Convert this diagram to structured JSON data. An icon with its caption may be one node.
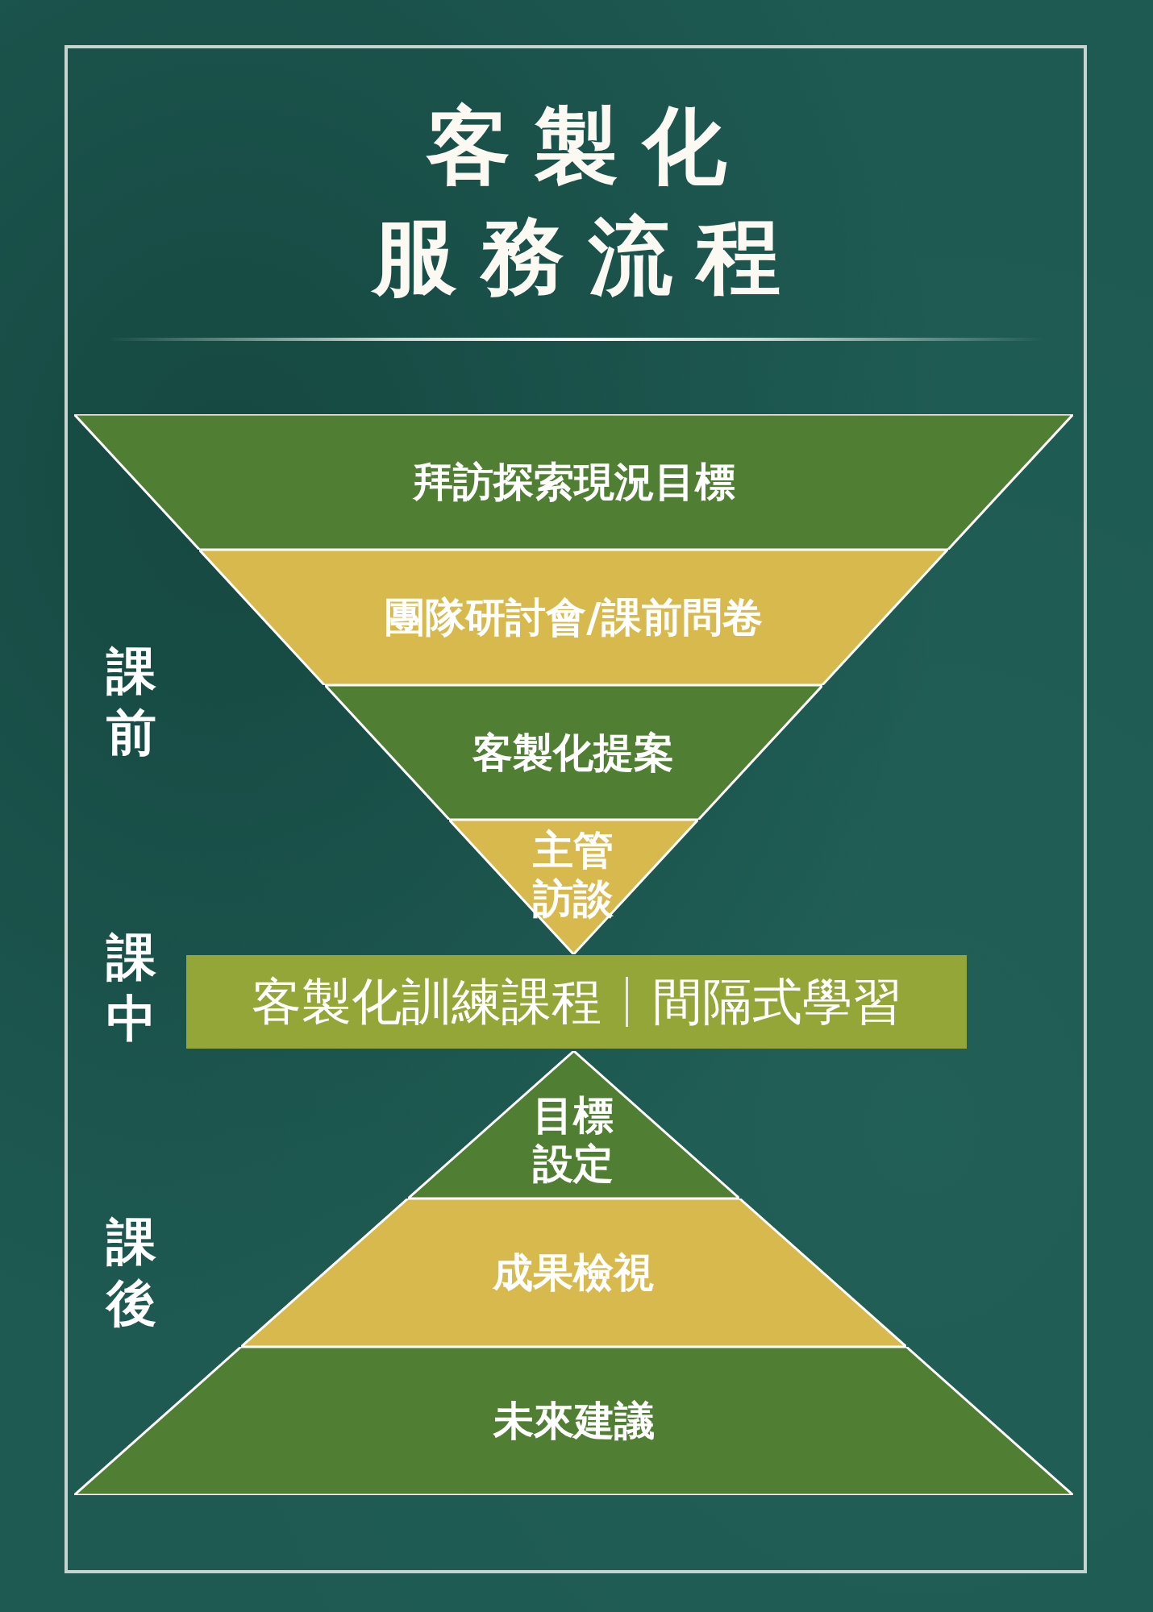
{
  "diagram": {
    "title": "客製化服務流程",
    "nodes": [
      {
        "text": [
          "拜訪探索現況目標"
        ]
      },
      {
        "text": [
          "團隊研討會/課前問卷"
        ]
      },
      {
        "text": [
          "客製化提案"
        ]
      },
      {
        "text": [
          "主管訪談"
        ]
      },
      {
        "text": [
          "客製化訓練課程",
          "間隔式學習"
        ]
      },
      {
        "text": [
          "目標設定"
        ]
      },
      {
        "text": [
          "成果檢視"
        ]
      },
      {
        "text": [
          "未來建議"
        ]
      }
    ],
    "labels": [
      "課前",
      "課中",
      "課後"
    ]
  }
}
